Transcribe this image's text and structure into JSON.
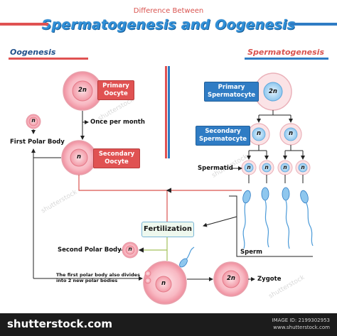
{
  "header": {
    "subtitle": "Difference Between",
    "title": "Spermatogenesis and Oogenesis",
    "oogenesis_label": "Oogenesis",
    "spermatogenesis_label": "Spermatogenesis"
  },
  "oogenesis": {
    "primary_oocyte": "Primary Oocyte",
    "primary_ploidy": "2n",
    "once_per_month": "Once per month",
    "first_polar_body": "First Polar Body",
    "polar_ploidy": "n",
    "secondary_oocyte": "Secondary Oocyte",
    "secondary_ploidy": "n",
    "second_polar_body": "Second Polar Body",
    "second_polar_ploidy": "n",
    "first_polar_note": "The first polar body also divides into 2 new polar bodies",
    "egg_ploidy": "n"
  },
  "spermatogenesis": {
    "primary_spermatocyte": "Primary Spermatocyte",
    "primary_ploidy": "2n",
    "secondary_spermatocyte": "Secondary Spermatocyte",
    "secondary_ploidy": "n",
    "spermatid": "Spermatid",
    "spermatid_ploidy": "n",
    "sperm": "Sperm"
  },
  "fertilization": {
    "label": "Fertilization",
    "zygote": "Zygote",
    "zygote_ploidy": "2n"
  },
  "footer": {
    "logo": "shutterstock.com",
    "image_id": "IMAGE ID: 2199302953",
    "site": "www.shutterstock.com"
  },
  "colors": {
    "red": "#e05252",
    "blue": "#2f7cc4",
    "egg_pink": "#f7a9b4",
    "sperm_blue": "#8fc7ee"
  }
}
